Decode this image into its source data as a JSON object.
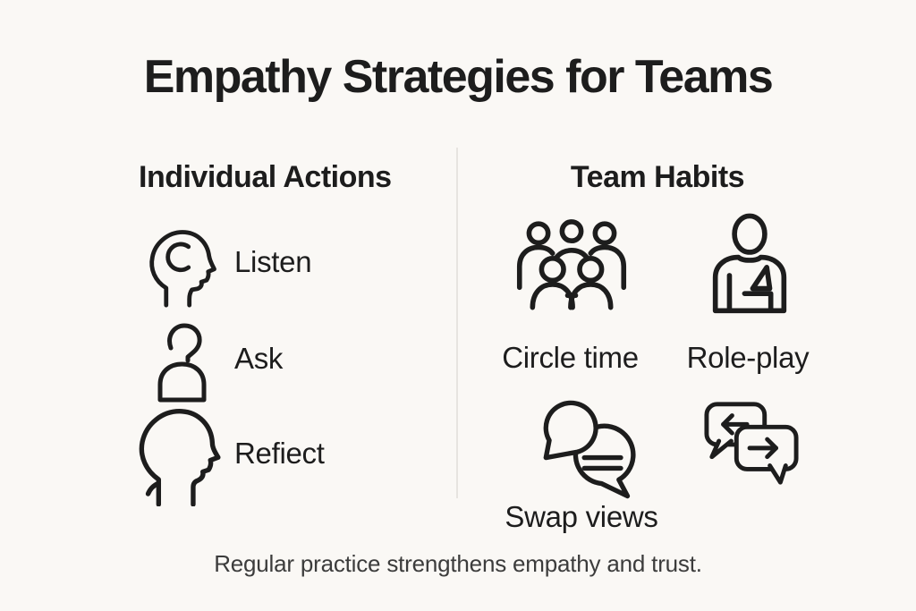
{
  "title": "Empathy Strategies for Teams",
  "caption": "Regular practice strengthens empathy and trust.",
  "colors": {
    "background": "#FAF8F5",
    "ink": "#1D1D1D",
    "caption_text": "#3C3C3C",
    "divider": "#E7E4E0"
  },
  "columns": {
    "left": {
      "header": "Individual Actions",
      "items": [
        {
          "label": "Listen",
          "icon": "listening-head-icon"
        },
        {
          "label": "Ask",
          "icon": "question-figure-icon"
        },
        {
          "label": "Refiect",
          "icon": "profile-head-icon"
        }
      ]
    },
    "right": {
      "header": "Team Habits",
      "items": [
        {
          "label": "Circle time",
          "icon": "group-people-icon"
        },
        {
          "label": "Role-play",
          "icon": "person-badge-icon"
        },
        {
          "label": "Swap views",
          "icon": "speech-bubbles-equals-icon"
        },
        {
          "label": "",
          "icon": "chat-swap-arrows-icon"
        }
      ]
    }
  }
}
